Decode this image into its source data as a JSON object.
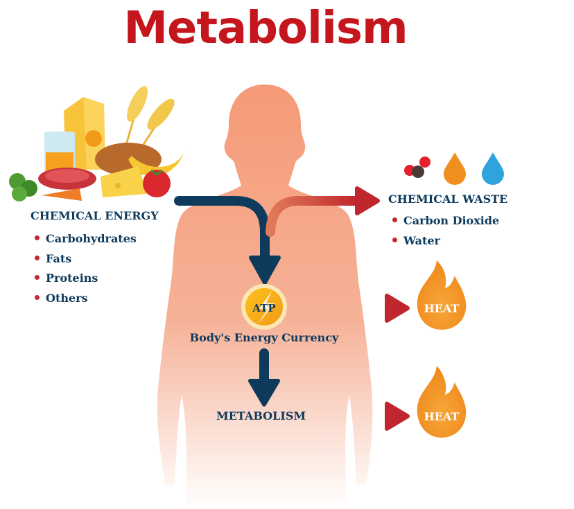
{
  "title": "Metabolism",
  "input": {
    "heading": "CHEMICAL ENERGY",
    "items": [
      "Carbohydrates",
      "Fats",
      "Proteins",
      "Others"
    ]
  },
  "waste": {
    "heading": "CHEMICAL WASTE",
    "items": [
      "Carbon Dioxide",
      "Water"
    ],
    "icons": [
      "co2-molecule-icon",
      "orange-drop-icon",
      "water-drop-icon"
    ]
  },
  "atp": {
    "label": "ATP",
    "caption": "Body's Energy Currency"
  },
  "metabolism_label": "METABOLISM",
  "heat_labels": [
    "HEAT",
    "HEAT"
  ],
  "colors": {
    "title": "#c4161c",
    "navy": "#0e3a5c",
    "arrow_red": "#c0262e",
    "body": "#f4a07f",
    "flame": "#f28c1f"
  }
}
